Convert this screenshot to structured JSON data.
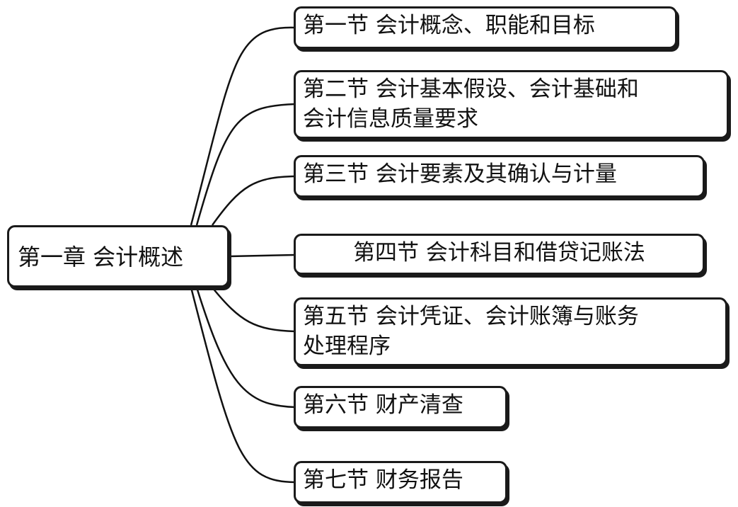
{
  "root": {
    "label": "第一章 会计概述"
  },
  "sections": [
    {
      "lines": [
        "第一节 会计概念、职能和目标"
      ]
    },
    {
      "lines": [
        "第二节 会计基本假设、会计基础和",
        "会计信息质量要求"
      ]
    },
    {
      "lines": [
        "第三节 会计要素及其确认与计量"
      ]
    },
    {
      "lines": [
        "第四节 会计科目和借贷记账法"
      ]
    },
    {
      "lines": [
        "第五节 会计凭证、会计账簿与账务",
        "处理程序"
      ]
    },
    {
      "lines": [
        "第六节 财产清查"
      ]
    },
    {
      "lines": [
        "第七节 财务报告"
      ]
    }
  ]
}
